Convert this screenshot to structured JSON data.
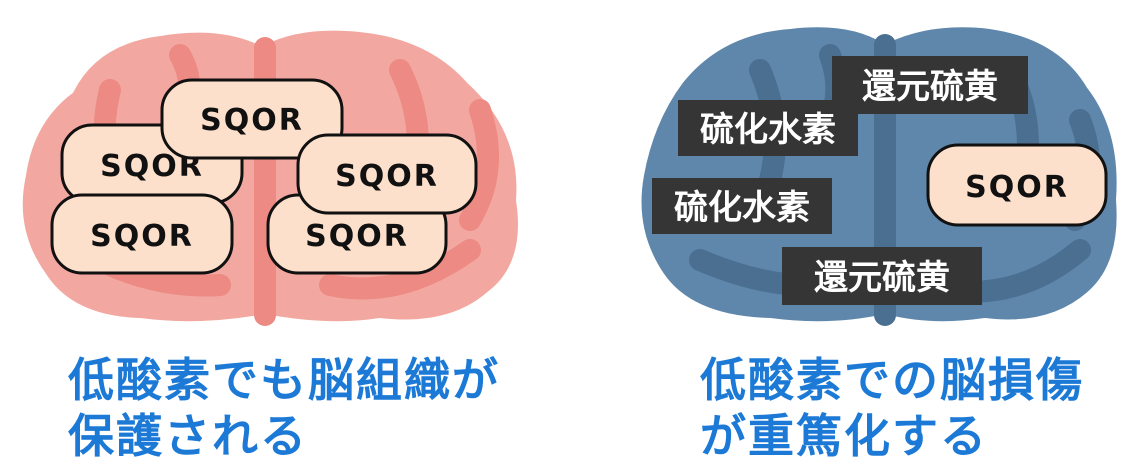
{
  "left_panel": {
    "pill_label": "SQOR",
    "caption_line1": "低酸素でも脳組織が",
    "caption_line2": "保護される"
  },
  "right_panel": {
    "pill_label": "SQOR",
    "chem_hydrogen_sulfide": "硫化水素",
    "chem_reduced_sulfur": "還元硫黄",
    "caption_line1": "低酸素での脳損傷",
    "caption_line2": "が重篤化する"
  },
  "colors": {
    "healthy_brain": "#f2a8a1",
    "healthy_brain_fold": "#ec8a83",
    "damaged_brain": "#5f87ab",
    "damaged_brain_fold": "#4b6f90",
    "pill_fill": "#fde0cc",
    "chem_box": "#353535",
    "caption": "#1c7ad6"
  }
}
